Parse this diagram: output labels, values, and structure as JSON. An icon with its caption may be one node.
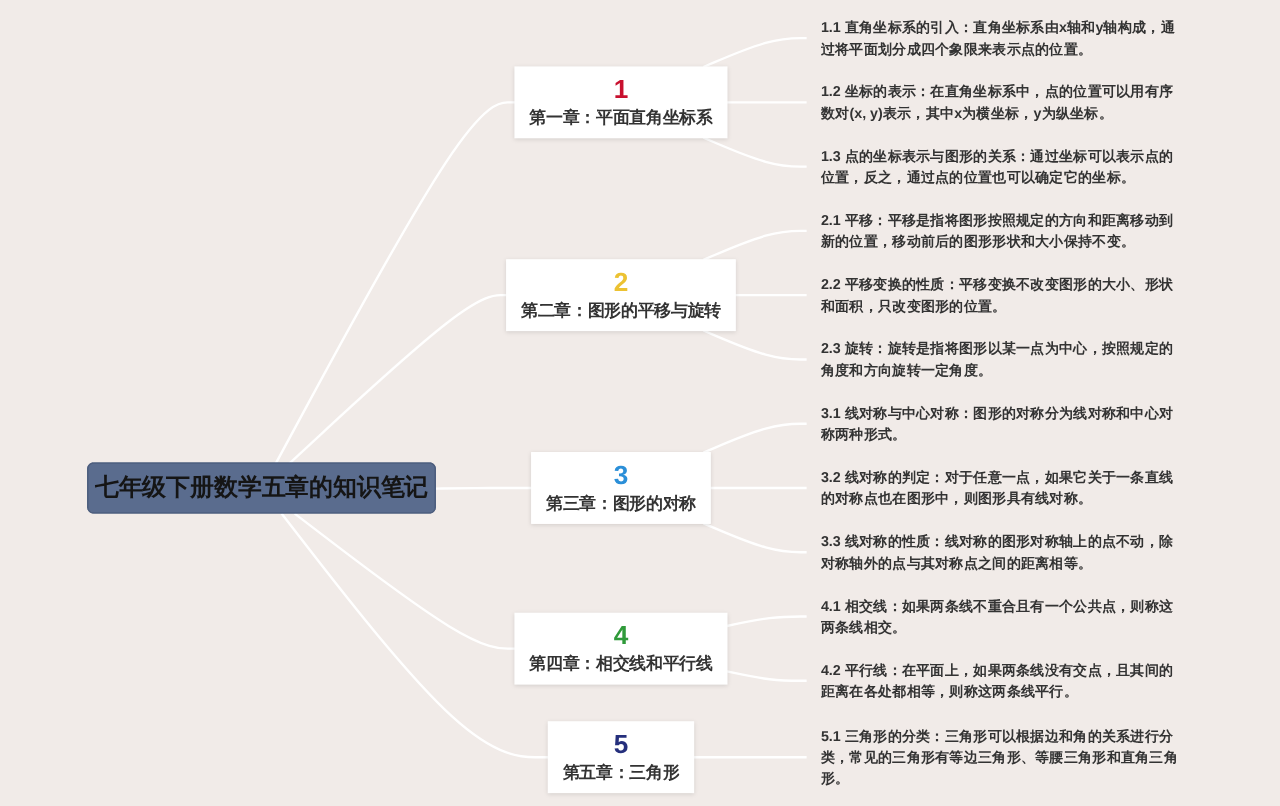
{
  "diagram": {
    "nodes": [
      {
        "text": [
          "七年级下册数学五章的知识笔记"
        ]
      },
      {
        "text": [
          "1",
          "第一章：平面直角坐标系"
        ]
      },
      {
        "text": [
          "1.1 直角坐标系的引入：直角坐标系由x轴和y轴构成，通过将平面划分成四个象限来表示点的位置。"
        ]
      },
      {
        "text": [
          "1.2 坐标的表示：在直角坐标系中，点的位置可以用有序数对(x, y)表示，其中x为横坐标，y为纵坐标。"
        ]
      },
      {
        "text": [
          "1.3 点的坐标表示与图形的关系：通过坐标可以表示点的位置，反之，通过点的位置也可以确定它的坐标。"
        ]
      },
      {
        "text": [
          "2",
          "第二章：图形的平移与旋转"
        ]
      },
      {
        "text": [
          "2.1 平移：平移是指将图形按照规定的方向和距离移动到新的位置，移动前后的图形形状和大小保持不变。"
        ]
      },
      {
        "text": [
          "2.2 平移变换的性质：平移变换不改变图形的大小、形状和面积，只改变图形的位置。"
        ]
      },
      {
        "text": [
          "2.3 旋转：旋转是指将图形以某一点为中心，按照规定的角度和方向旋转一定角度。"
        ]
      },
      {
        "text": [
          "3",
          "第三章：图形的对称"
        ]
      },
      {
        "text": [
          "3.1 线对称与中心对称：图形的对称分为线对称和中心对称两种形式。"
        ]
      },
      {
        "text": [
          "3.2 线对称的判定：对于任意一点，如果它关于一条直线的对称点也在图形中，则图形具有线对称。"
        ]
      },
      {
        "text": [
          "3.3 线对称的性质：线对称的图形对称轴上的点不动，除对称轴外的点与其对称点之间的距离相等。"
        ]
      },
      {
        "text": [
          "4",
          "第四章：相交线和平行线"
        ]
      },
      {
        "text": [
          "4.1 相交线：如果两条线不重合且有一个公共点，则称这两条线相交。"
        ]
      },
      {
        "text": [
          "4.2 平行线：在平面上，如果两条线没有交点，且其间的距离在各处都相等，则称这两条线平行。"
        ]
      },
      {
        "text": [
          "5",
          "第五章：三角形"
        ]
      },
      {
        "text": [
          "5.1 三角形的分类：三角形可以根据边和角的关系进行分类，常见的三角形有等边三角形、等腰三角形和直角三角形。"
        ]
      }
    ],
    "edges": [
      {
        "from": 0,
        "to": 1,
        "arrow": "none"
      },
      {
        "from": 1,
        "to": 2,
        "arrow": "none"
      },
      {
        "from": 1,
        "to": 3,
        "arrow": "none"
      },
      {
        "from": 1,
        "to": 4,
        "arrow": "none"
      },
      {
        "from": 0,
        "to": 5,
        "arrow": "none"
      },
      {
        "from": 5,
        "to": 6,
        "arrow": "none"
      },
      {
        "from": 5,
        "to": 7,
        "arrow": "none"
      },
      {
        "from": 5,
        "to": 8,
        "arrow": "none"
      },
      {
        "from": 0,
        "to": 9,
        "arrow": "none"
      },
      {
        "from": 9,
        "to": 10,
        "arrow": "none"
      },
      {
        "from": 9,
        "to": 11,
        "arrow": "none"
      },
      {
        "from": 9,
        "to": 12,
        "arrow": "none"
      },
      {
        "from": 0,
        "to": 13,
        "arrow": "none"
      },
      {
        "from": 13,
        "to": 14,
        "arrow": "none"
      },
      {
        "from": 13,
        "to": 15,
        "arrow": "none"
      },
      {
        "from": 0,
        "to": 16,
        "arrow": "none"
      },
      {
        "from": 16,
        "to": 17,
        "arrow": "none"
      }
    ]
  }
}
